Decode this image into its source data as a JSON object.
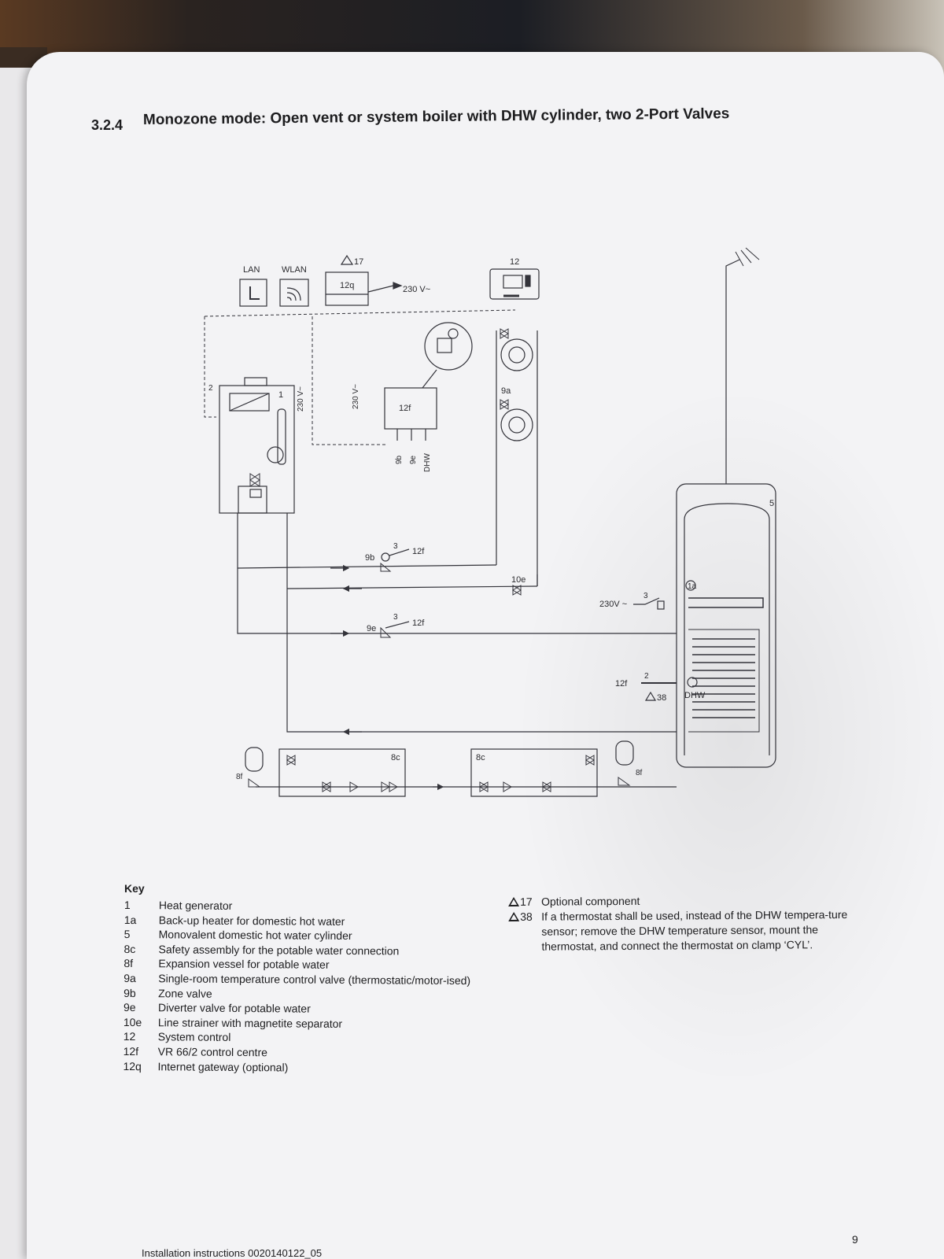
{
  "section": {
    "number": "3.2.4",
    "title": "Monozone mode: Open vent or system boiler with DHW cylinder, two 2-Port Valves"
  },
  "diagram": {
    "lan": "LAN",
    "wlan": "WLAN",
    "note17": "17",
    "gateway": "12q",
    "voltage_gateway": "230 V~",
    "control": "12",
    "centre": "12f",
    "voltage_boiler": "230 V~",
    "voltage_centre": "230 V~",
    "terminal_9b": "9b",
    "terminal_9e": "9e",
    "terminal_dhw": "DHW",
    "trv": "9a",
    "zone_valve": "9b",
    "zone_valve_ref": "12f",
    "diverter": "9e",
    "diverter_ref": "12f",
    "strainer": "10e",
    "safety_left": "8c",
    "safety_right": "8c",
    "vessel_left": "8f",
    "vessel_right": "8f",
    "generator": "1",
    "wire_2": "2",
    "wire_3": "3",
    "heater_voltage": "230V ~",
    "heater_ref": "1a",
    "cylinder": "5",
    "sensor_ref": "12f",
    "sensor_label": "DHW",
    "note38": "38"
  },
  "key": {
    "heading": "Key",
    "items": [
      {
        "code": "1",
        "desc": "Heat generator"
      },
      {
        "code": "1a",
        "desc": "Back-up heater for domestic hot water"
      },
      {
        "code": "5",
        "desc": "Monovalent domestic hot water cylinder"
      },
      {
        "code": "8c",
        "desc": "Safety assembly for the potable water connection"
      },
      {
        "code": "8f",
        "desc": "Expansion vessel for potable water"
      },
      {
        "code": "9a",
        "desc": "Single-room temperature control valve (thermostatic/motor-ised)"
      },
      {
        "code": "9b",
        "desc": "Zone valve"
      },
      {
        "code": "9e",
        "desc": "Diverter valve for potable water"
      },
      {
        "code": "10e",
        "desc": "Line strainer with magnetite separator"
      },
      {
        "code": "12",
        "desc": "System control"
      },
      {
        "code": "12f",
        "desc": "VR 66/2 control centre"
      },
      {
        "code": "12q",
        "desc": "Internet gateway (optional)"
      }
    ]
  },
  "notes": [
    {
      "code": "17",
      "text": "Optional component"
    },
    {
      "code": "38",
      "text": "If a thermostat shall be used, instead of the DHW tempera-ture sensor; remove the DHW temperature sensor, mount the thermostat, and connect the thermostat on clamp ‘CYL’."
    }
  ],
  "footer": "Installation instructions 0020140122_05",
  "page_number": "9"
}
